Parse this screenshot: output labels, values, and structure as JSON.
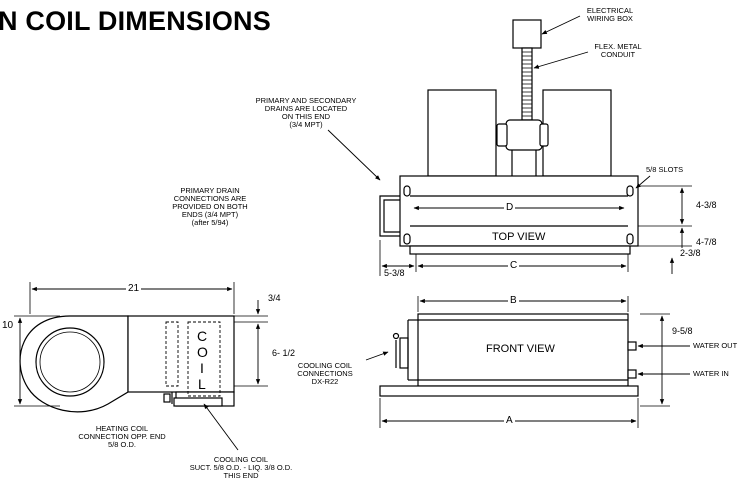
{
  "title": "N COIL DIMENSIONS",
  "callouts": {
    "wiring_box": "ELECTRICAL\nWIRING BOX",
    "conduit": "FLEX. METAL\nCONDUIT",
    "drains_end": "PRIMARY AND SECONDARY\nDRAINS ARE LOCATED\nON THIS END\n(3/4 MPT)",
    "drain_connections": "PRIMARY DRAIN\nCONNECTIONS ARE\nPROVIDED ON BOTH\nENDS (3/4 MPT)\n(after 5/94)",
    "slots": "5/8 SLOTS",
    "cooling_connections": "COOLING COIL\nCONNECTIONS\nDX-R22",
    "water_out": "WATER OUT",
    "water_in": "WATER IN",
    "heating_coil": "HEATING COIL\nCONNECTION OPP. END\n5/8 O.D.",
    "cooling_coil": "COOLING COIL\nSUCT. 5/8 O.D. - LIQ. 3/8 O.D.\nTHIS END"
  },
  "views": {
    "top": "TOP VIEW",
    "front": "FRONT VIEW"
  },
  "coil_letters": [
    "C",
    "O",
    "I",
    "L"
  ],
  "dimensions": {
    "d": "D",
    "c": "C",
    "b": "B",
    "a": "A",
    "w21": "21",
    "h10": "10",
    "d34": "3/4",
    "d612": "6- 1/2",
    "d538": "5-3/8",
    "d438": "4-3/8",
    "d478": "4-7/8",
    "d238": "2-3/8",
    "d958": "9-5/8"
  }
}
